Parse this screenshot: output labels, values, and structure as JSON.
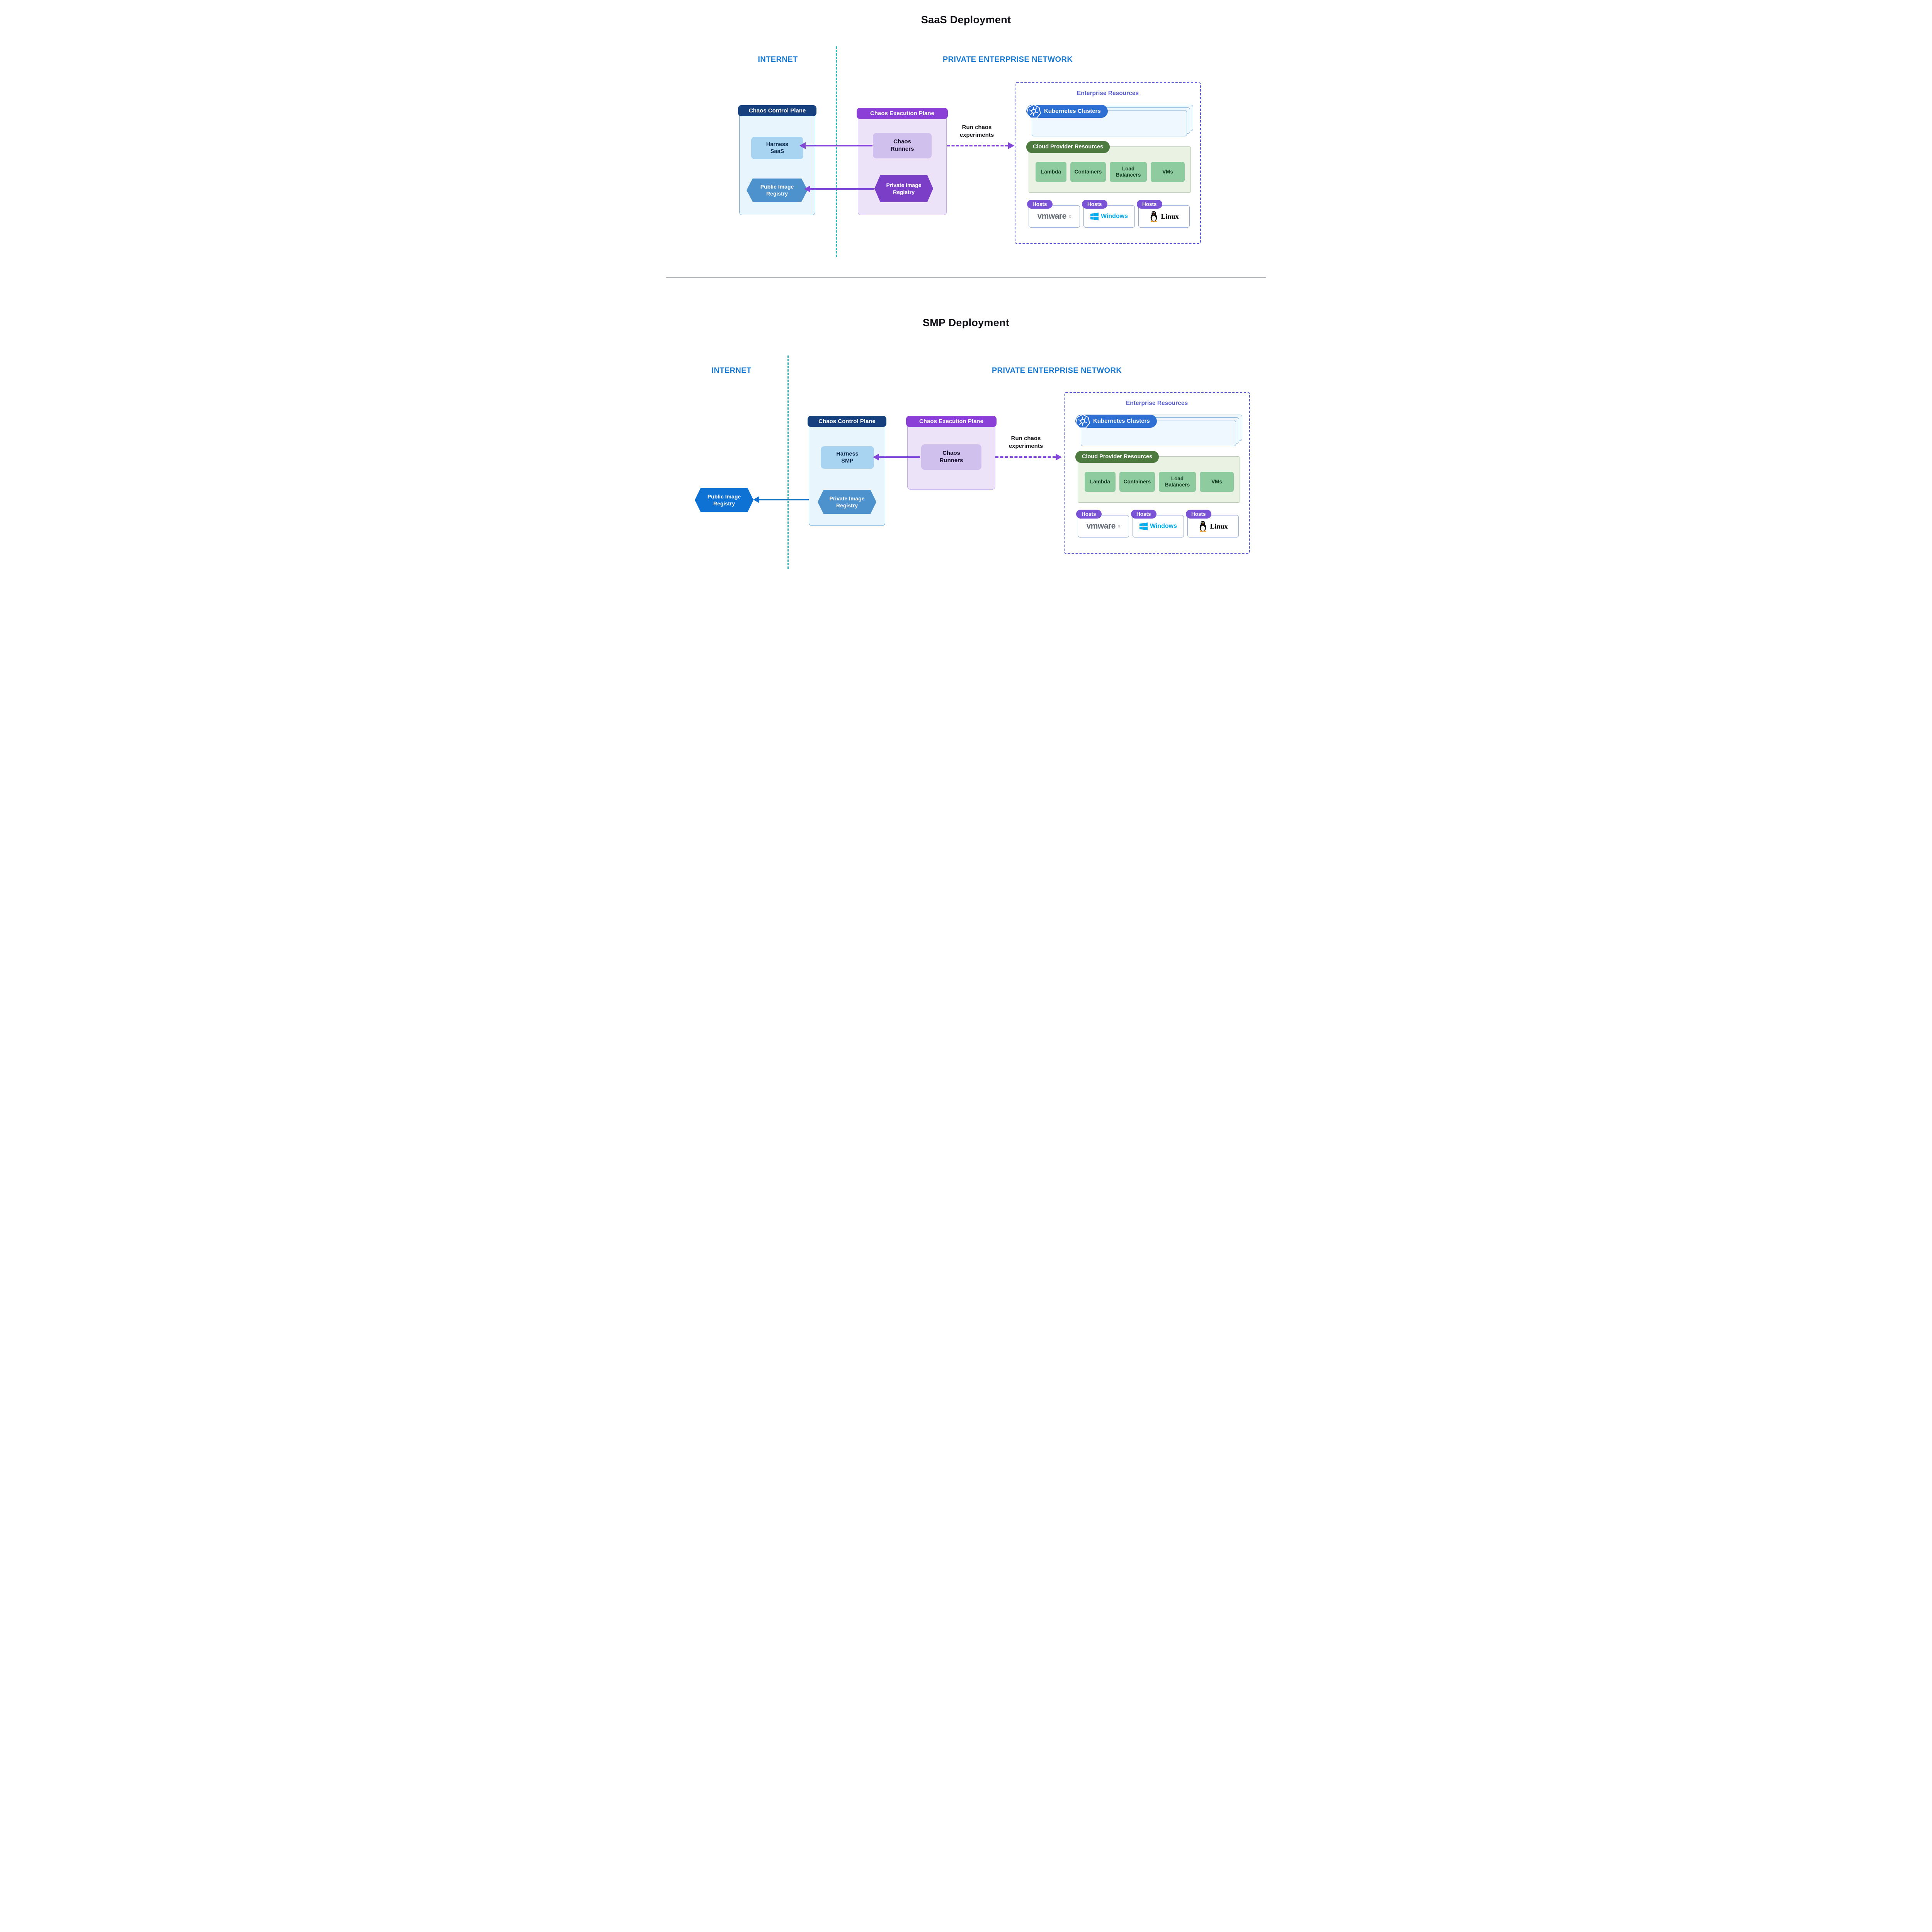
{
  "saas": {
    "title": "SaaS Deployment",
    "internet": "INTERNET",
    "private_network": "PRIVATE ENTERPRISE NETWORK",
    "control_plane": {
      "header": "Chaos Control Plane",
      "harness": "Harness\nSaaS",
      "registry": "Public Image\nRegistry"
    },
    "execution_plane": {
      "header": "Chaos Execution Plane",
      "runners": "Chaos\nRunners",
      "registry": "Private Image\nRegistry"
    },
    "run_label": "Run chaos\nexperiments"
  },
  "smp": {
    "title": "SMP Deployment",
    "internet": "INTERNET",
    "private_network": "PRIVATE ENTERPRISE NETWORK",
    "public_registry": "Public Image\nRegistry",
    "control_plane": {
      "header": "Chaos Control Plane",
      "harness": "Harness\nSMP",
      "registry": "Private Image\nRegistry"
    },
    "execution_plane": {
      "header": "Chaos Execution Plane",
      "runners": "Chaos\nRunners"
    },
    "run_label": "Run chaos\nexperiments"
  },
  "enterprise": {
    "title": "Enterprise Resources",
    "kubernetes_label": "Kubernetes Clusters",
    "cloud_label": "Cloud Provider Resources",
    "cloud_items": [
      "Lambda",
      "Containers",
      "Load\nBalancers",
      "VMs"
    ],
    "hosts_label": "Hosts",
    "host_vmware": "vmware",
    "host_vmware_mark": "®",
    "host_windows": "Windows",
    "host_linux": "Linux"
  },
  "colors": {
    "zone_label_blue": "#1879d2",
    "teal_divider": "#2cb3b7",
    "purple_arrow": "#8247d6",
    "blue_arrow": "#1570cd",
    "control_header_navy": "#17417e",
    "exec_header_purple": "#8b3fd6",
    "kubernetes_blue": "#2e6fd4",
    "cloud_green": "#4d7a3e",
    "item_green": "#8ecb9e",
    "hosts_purple": "#7a52d6",
    "enterprise_border_indigo": "#5b5bd6",
    "windows_blue": "#00adef"
  }
}
